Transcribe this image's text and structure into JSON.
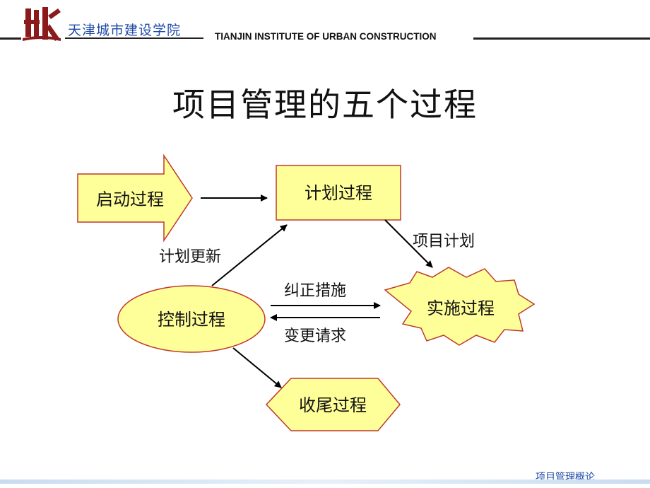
{
  "header": {
    "school_name_cn": "天津城市建设学院",
    "school_name_en": "TIANJIN INSTITUTE OF URBAN CONSTRUCTION",
    "logo_icon": "school-logo-icon"
  },
  "title": "项目管理的五个过程",
  "diagram": {
    "nodes": {
      "initiating": "启动过程",
      "planning": "计划过程",
      "executing": "实施过程",
      "controlling": "控制过程",
      "closing": "收尾过程"
    },
    "edges": {
      "plan_to_execute": "项目计划",
      "control_to_plan": "计划更新",
      "control_to_execute": "纠正措施",
      "execute_to_control": "变更请求"
    },
    "colors": {
      "node_fill": "#ffff99",
      "node_stroke": "#c0392b",
      "arrow": "#000000"
    }
  },
  "footer": {
    "label": "项目管理概论"
  }
}
